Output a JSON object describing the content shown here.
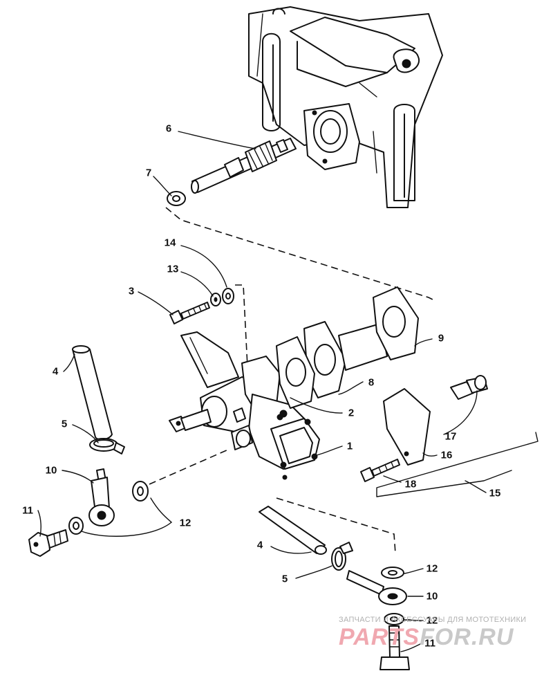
{
  "callouts": {
    "c1": "1",
    "c2": "2",
    "c3": "3",
    "c4a": "4",
    "c4b": "4",
    "c5a": "5",
    "c5b": "5",
    "c6": "6",
    "c7": "7",
    "c8": "8",
    "c9": "9",
    "c10a": "10",
    "c10b": "10",
    "c11a": "11",
    "c11b": "11",
    "c12a": "12",
    "c12b": "12",
    "c12c": "12",
    "c13": "13",
    "c14": "14",
    "c15": "15",
    "c16": "16",
    "c17": "17",
    "c18": "18"
  },
  "watermark": {
    "tagline": "ЗАПЧАСТИ И АКСЕССУАРЫ ДЛЯ МОТОТЕХНИКИ",
    "logo_part1": "PARTS",
    "logo_part2": "FOR.RU"
  },
  "colors": {
    "ink": "#111111",
    "watermark_red": "#f0a8b0",
    "watermark_gray": "#c9c9c9"
  }
}
